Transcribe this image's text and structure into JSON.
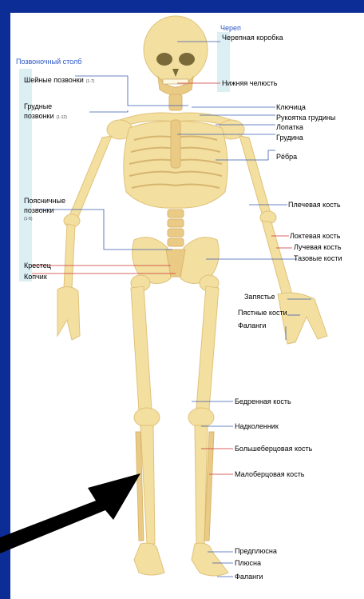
{
  "groups": {
    "skull": "Череп",
    "spine": "Позвоночный столб"
  },
  "labels": {
    "cranium": "Черепная коробка",
    "jaw": "Нижняя челюсть",
    "cervical": "Шейные позвонки",
    "cervical_range": "(1-7)",
    "thoracic_line1": "Грудные",
    "thoracic_line2": "позвонки",
    "thoracic_range": "(1-12)",
    "lumbar_line1": "Поясничные",
    "lumbar_line2": "позвонки",
    "lumbar_range": "(1-5)",
    "sacrum": "Крестец",
    "coccyx": "Копчик",
    "clavicle": "Ключица",
    "manubrium": "Рукоятка грудины",
    "scapula": "Лопатка",
    "sternum": "Грудина",
    "ribs": "Рёбра",
    "humerus": "Плечевая кость",
    "ulna": "Локтевая кость",
    "radius": "Лучевая кость",
    "pelvis": "Тазовые кости",
    "carpus": "Запястье",
    "metacarpus": "Пястные кости",
    "phalanges_hand": "Фаланги",
    "femur": "Бедренная кость",
    "patella": "Надколенник",
    "tibia": "Большеберцовая кость",
    "fibula": "Малоберцовая кость",
    "tarsus": "Предплюсна",
    "metatarsus": "Плюсна",
    "phalanges_foot": "Фаланги"
  },
  "colors": {
    "frame": "#0d2d96",
    "bone": "#f3dfa0",
    "leader_line": "#3a5bb0",
    "accent_line": "#cc3333",
    "group_bar": "#dceff3",
    "arrow": "#000000"
  },
  "icons": {
    "pointer": "black-arrow-icon"
  }
}
